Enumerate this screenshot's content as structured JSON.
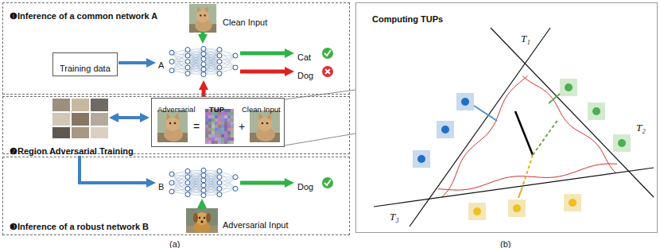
{
  "diagram": {
    "nodes": [
      {
        "text": [
          "❶Inference of a common network A"
        ]
      },
      {
        "text": [
          "Training data"
        ],
        "in": 0
      },
      {
        "text": [
          "❷Region Adversarial Training"
        ]
      },
      {
        "text": [
          "Adversarial",
          "TUP",
          "Clean Input"
        ],
        "in": 2
      },
      {
        "text": [
          "❸Inference of a robust network B"
        ]
      },
      {
        "text": [
          "Computing TUPs"
        ]
      }
    ],
    "edges": [
      {
        "from": 3,
        "to": 5,
        "arrow": "none"
      }
    ],
    "labels": [
      "Clean Input",
      "A",
      "Cat",
      "Dog",
      "=",
      "+",
      "B",
      "Dog",
      "Adversarial Input",
      "(a)",
      "T₁",
      "T₂",
      "T₃",
      "(b)"
    ]
  }
}
